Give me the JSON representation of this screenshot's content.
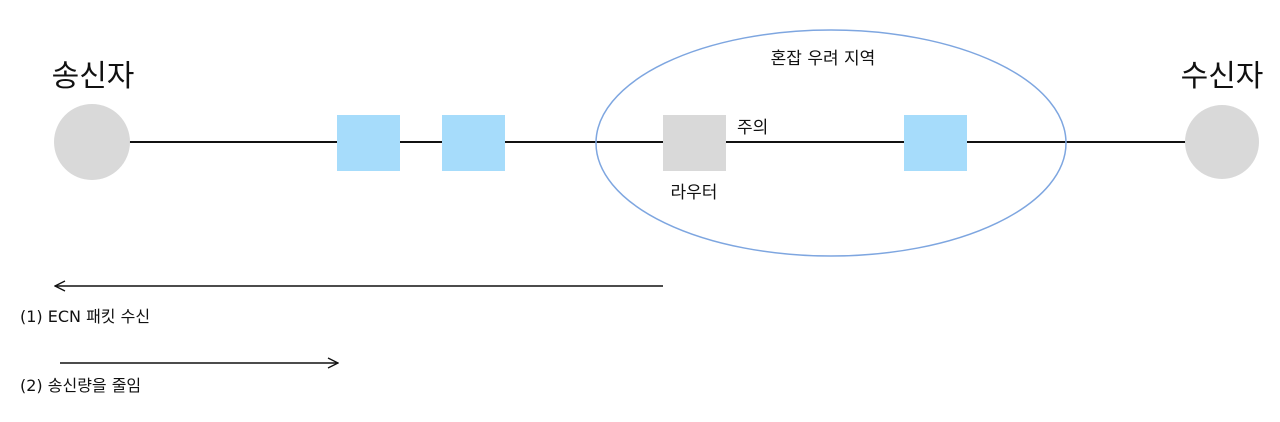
{
  "labels": {
    "sender": "송신자",
    "receiver": "수신자",
    "congestion_zone": "혼잡 우려 지역",
    "caution": "주의",
    "router": "라우터",
    "step1": "(1) ECN 패킷 수신",
    "step2": "(2) 송신량을 줄임"
  },
  "colors": {
    "host_fill": "#d9d9d9",
    "packet_fill": "#a6dcfb",
    "router_fill": "#d9d9d9",
    "ellipse_stroke": "#7ea6e0",
    "line": "#111111"
  }
}
